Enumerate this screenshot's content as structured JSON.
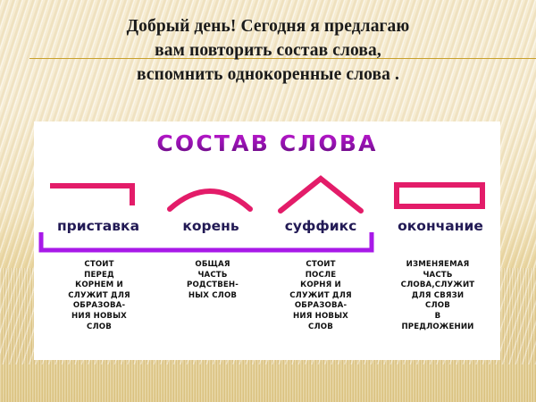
{
  "slide": {
    "heading_lines": [
      "Добрый день! Сегодня я предлагаю",
      "вам повторить состав слова,",
      "вспомнить однокоренные слова ."
    ],
    "card_title": "СОСТАВ  СЛОВА",
    "morphemes": [
      {
        "label": "приставка",
        "symbol": "prefix-bracket-symbol",
        "description_lines": [
          "СТОИТ",
          "ПЕРЕД",
          "КОРНЕМ И",
          "СЛУЖИТ ДЛЯ",
          "ОБРАЗОВА-",
          "НИЯ НОВЫХ",
          "СЛОВ"
        ]
      },
      {
        "label": "корень",
        "symbol": "root-arc-symbol",
        "description_lines": [
          "ОБЩАЯ",
          "ЧАСТЬ",
          "РОДСТВЕН-",
          "НЫХ СЛОВ"
        ]
      },
      {
        "label": "суффикс",
        "symbol": "suffix-caret-symbol",
        "description_lines": [
          "СТОИТ",
          "ПОСЛЕ",
          "КОРНЯ И",
          "СЛУЖИТ ДЛЯ",
          "ОБРАЗОВА-",
          "НИЯ НОВЫХ",
          "СЛОВ"
        ]
      },
      {
        "label": "окончание",
        "symbol": "ending-rectangle-symbol",
        "description_lines": [
          "ИЗМЕНЯЕМАЯ",
          "ЧАСТЬ",
          "СЛОВА,СЛУЖИТ",
          "ДЛЯ СВЯЗИ",
          "СЛОВ",
          "В",
          "ПРЕДЛОЖЕНИИ"
        ]
      }
    ],
    "colors": {
      "symbol_crimson": "#e31c69",
      "bracket_purple": "#a819e8",
      "title_purple_top": "#c41fd0",
      "title_purple_bottom": "#5d0a73",
      "label_navy": "#221a55",
      "rule_gold": "#c8a02b",
      "card_white": "#ffffff",
      "background_beige": "#f3e6c4"
    }
  }
}
